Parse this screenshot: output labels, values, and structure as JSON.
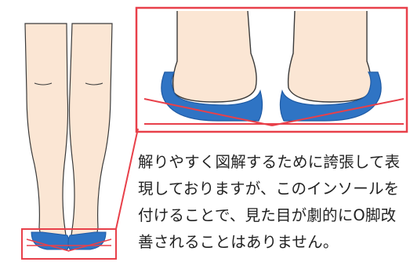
{
  "colors": {
    "skin": "#fbe6d4",
    "outline": "#3a3a3a",
    "insole_blue": "#2f74c4",
    "insole_dark": "#1f5aa3",
    "callout_red": "#e8404a",
    "text": "#222222"
  },
  "note": {
    "lines": [
      "解りやすく図解するために誇張して表",
      "現しておりますが、このインソールを",
      "付けることで、見た目が劇的にO脚改",
      "善されることはありません。"
    ]
  },
  "figures": {
    "legs_icon": "legs-with-insoles-illustration",
    "zoom_icon": "heel-insole-closeup-illustration"
  }
}
